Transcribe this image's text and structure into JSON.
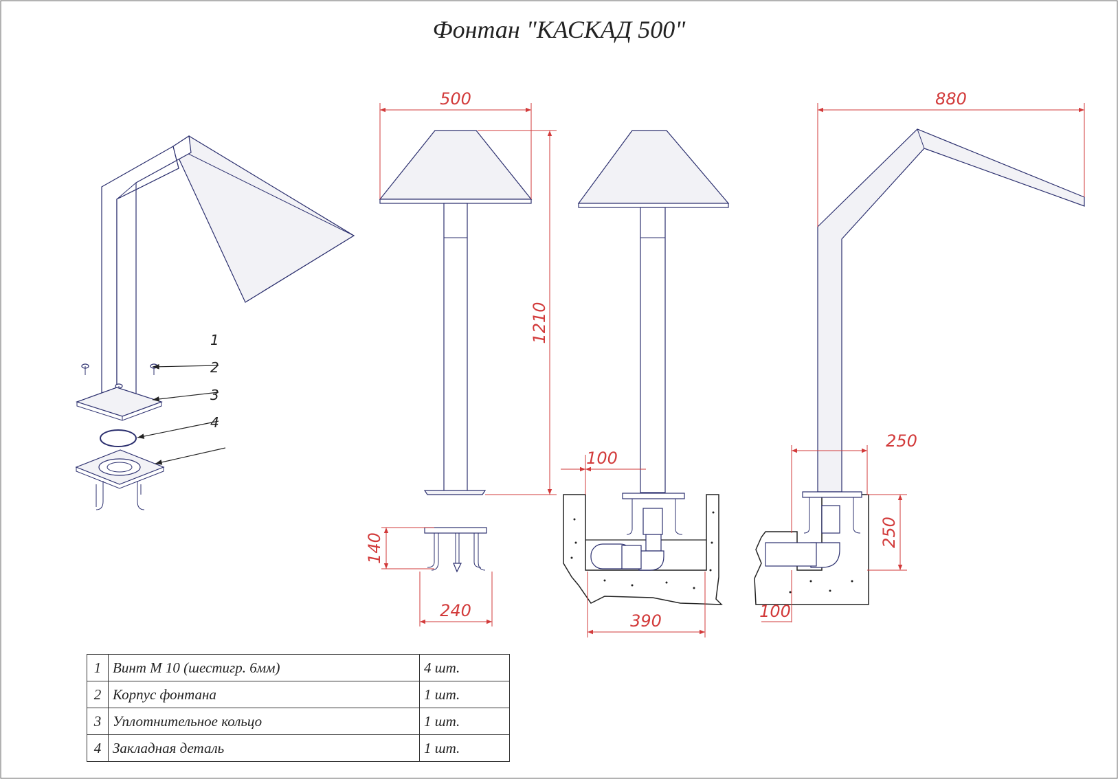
{
  "title": "Фонтан \"КАСКАД 500\"",
  "dimensions": {
    "width_front": "500",
    "height": "1210",
    "width_side": "880",
    "plate_width": "240",
    "plate_height": "140",
    "offset_mid": "100",
    "pit_width": "390",
    "offset_side": "250",
    "pit_depth": "250",
    "offset_bottom": "100"
  },
  "callouts": [
    "1",
    "2",
    "3",
    "4"
  ],
  "parts": [
    {
      "num": "1",
      "name": "Винт М 10 (шестигр. 6мм)",
      "qty": "4 шт."
    },
    {
      "num": "2",
      "name": "Корпус фонтана",
      "qty": "1 шт."
    },
    {
      "num": "3",
      "name": "Уплотнительное кольцо",
      "qty": "1 шт."
    },
    {
      "num": "4",
      "name": "Закладная деталь",
      "qty": "1 шт."
    }
  ]
}
